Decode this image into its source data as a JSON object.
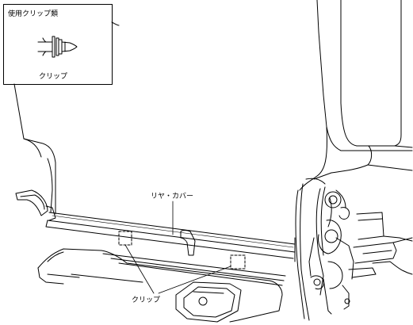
{
  "legend": {
    "title": "使用クリップ類",
    "clip_label": "クリップ"
  },
  "callouts": {
    "rear_cover": "リヤ・カバー",
    "clip": "クリップ"
  }
}
